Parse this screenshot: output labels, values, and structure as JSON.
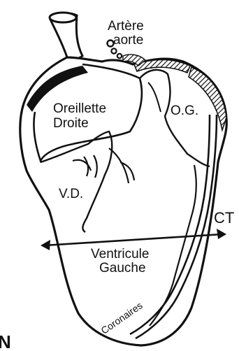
{
  "diagram": {
    "labels": {
      "aorta_line1": "Artère",
      "aorta_line2": "aorte",
      "right_atrium_line1": "Oreillette",
      "right_atrium_line2": "Droite",
      "left_atrium": "O.G.",
      "right_ventricle": "V.D.",
      "left_ventricle_line1": "Ventricule",
      "left_ventricle_line2": "Gauche",
      "transverse_diameter": "CT",
      "coronary_arteries": "Coronaires",
      "corner_letter": "N"
    },
    "colors": {
      "ink": "#111111",
      "background": "#ffffff"
    }
  }
}
